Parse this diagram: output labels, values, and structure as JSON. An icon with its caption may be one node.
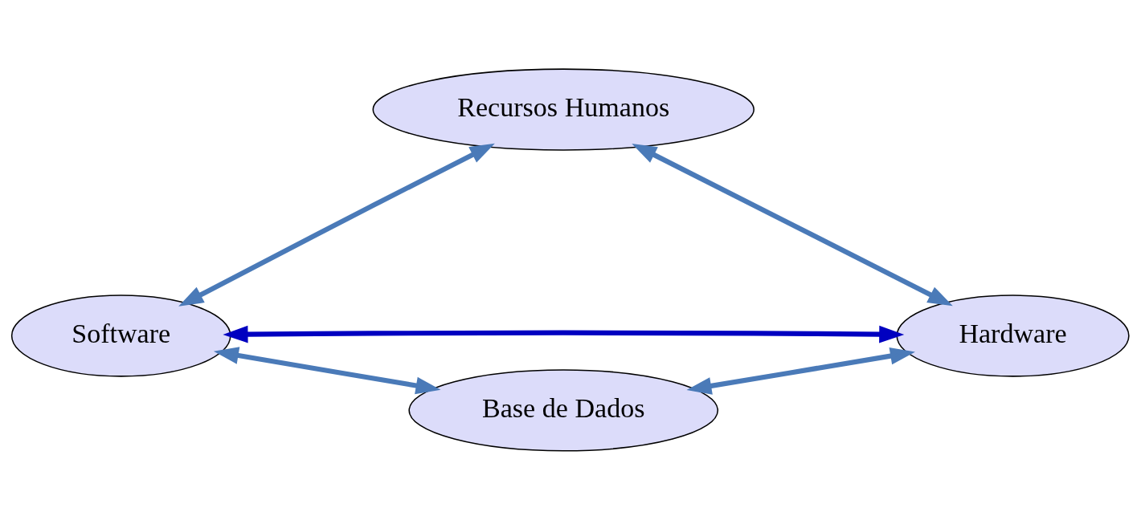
{
  "diagram": {
    "nodes": [
      {
        "text": [
          "Recursos Humanos"
        ]
      },
      {
        "text": [
          "Software"
        ]
      },
      {
        "text": [
          "Hardware"
        ]
      },
      {
        "text": [
          "Base de Dados"
        ]
      }
    ],
    "edges": [
      {
        "from": 1,
        "to": 0,
        "arrow": "both"
      },
      {
        "from": 0,
        "to": 2,
        "arrow": "both"
      },
      {
        "from": 1,
        "to": 3,
        "arrow": "both"
      },
      {
        "from": 3,
        "to": 2,
        "arrow": "both"
      },
      {
        "from": 1,
        "to": 2,
        "arrow": "both",
        "color": "#0000c0"
      }
    ]
  }
}
